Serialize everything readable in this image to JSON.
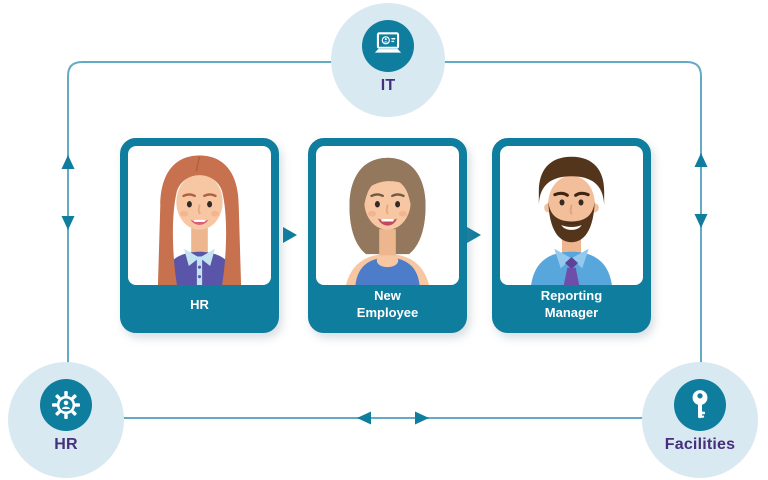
{
  "nodes": {
    "it": {
      "label": "IT",
      "icon": "laptop-user-icon"
    },
    "hr": {
      "label": "HR",
      "icon": "gear-user-icon"
    },
    "facilities": {
      "label": "Facilities",
      "icon": "key-icon"
    }
  },
  "cards": [
    {
      "lines": [
        "HR"
      ],
      "avatar": "woman-long-auburn-hair"
    },
    {
      "lines": [
        "New",
        "Employee"
      ],
      "avatar": "woman-brown-bob"
    },
    {
      "lines": [
        "Reporting",
        "Manager"
      ],
      "avatar": "man-beard-tie"
    }
  ],
  "colors": {
    "teal": "#0e7d9e",
    "light_circle": "#d9e9f1",
    "line": "#63abc4",
    "purple_text": "#46307d",
    "card_label_text": "#ffffff"
  }
}
